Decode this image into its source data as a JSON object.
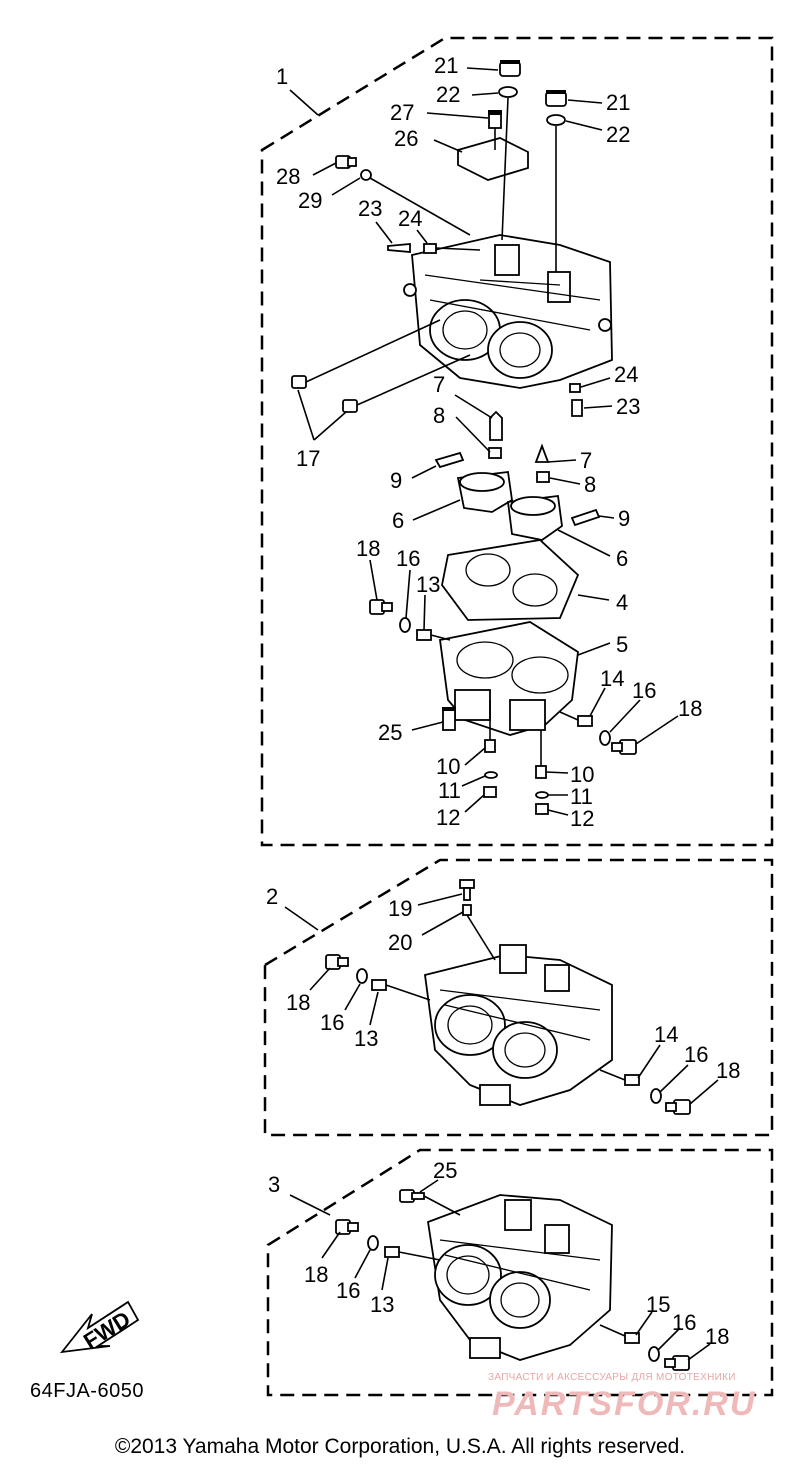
{
  "callouts": {
    "c1": "1",
    "c2": "2",
    "c3": "3",
    "c4": "4",
    "c5": "5",
    "c6a": "6",
    "c6b": "6",
    "c7a": "7",
    "c7b": "7",
    "c8a": "8",
    "c8b": "8",
    "c9a": "9",
    "c9b": "9",
    "c10a": "10",
    "c10b": "10",
    "c11a": "11",
    "c11b": "11",
    "c12a": "12",
    "c12b": "12",
    "c13a": "13",
    "c13b": "13",
    "c13c": "13",
    "c14a": "14",
    "c14b": "14",
    "c15": "15",
    "c16a": "16",
    "c16b": "16",
    "c16c": "16",
    "c16d": "16",
    "c16e": "16",
    "c16f": "16",
    "c17": "17",
    "c18a": "18",
    "c18b": "18",
    "c18c": "18",
    "c18d": "18",
    "c18e": "18",
    "c18f": "18",
    "c19": "19",
    "c20": "20",
    "c21a": "21",
    "c21b": "21",
    "c22a": "22",
    "c22b": "22",
    "c23a": "23",
    "c23b": "23",
    "c24a": "24",
    "c24b": "24",
    "c25a": "25",
    "c25b": "25",
    "c26": "26",
    "c27": "27",
    "c28": "28",
    "c29": "29"
  },
  "fwd_label": "FWD",
  "diagram_code": "64FJA-6050",
  "copyright": "©2013 Yamaha Motor Corporation, U.S.A. All rights reserved.",
  "watermark": {
    "tagline": "ЗАПЧАСТИ И АКСЕССУАРЫ ДЛЯ МОТОТЕХНИКИ",
    "brand": "PARTSFOR.RU",
    "color": "#f0b9b9"
  }
}
